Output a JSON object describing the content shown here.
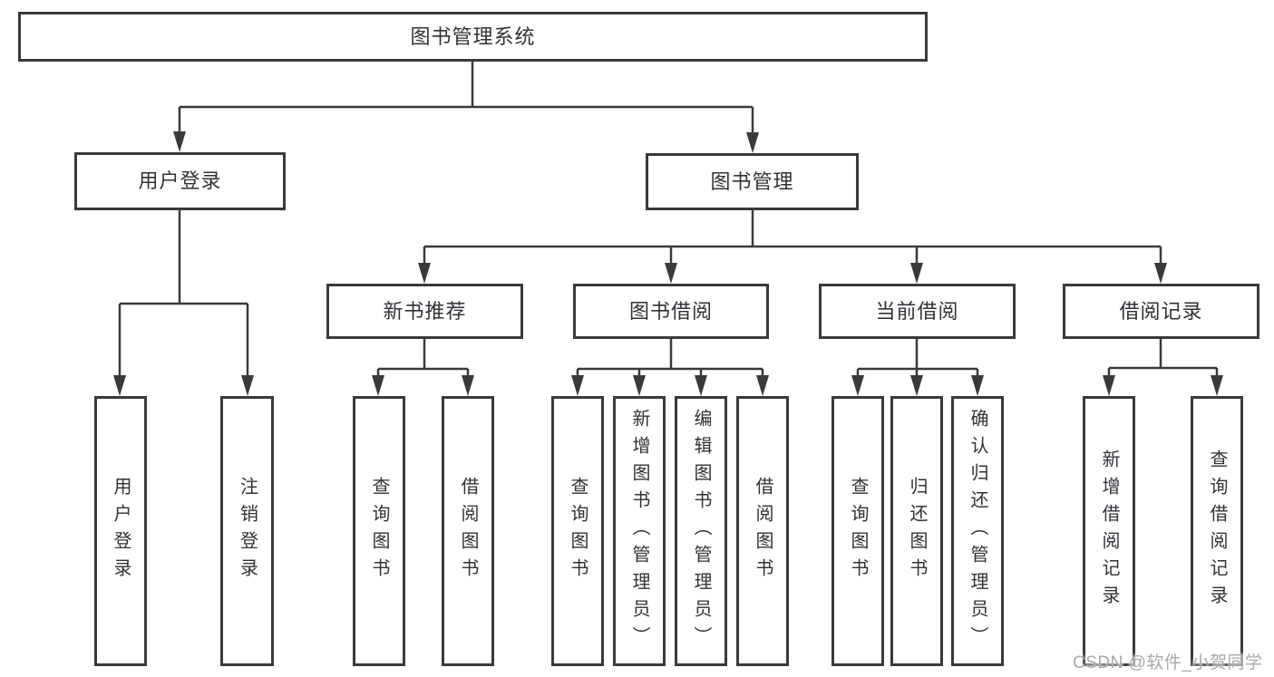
{
  "style": {
    "background": "#ffffff",
    "line_color": "#3a3a3a",
    "text_color": "#2f3237",
    "watermark_color": "#a8a8a8"
  },
  "tree": {
    "root": {
      "label": "图书管理系统"
    },
    "branches": [
      {
        "label": "用户登录",
        "children": [
          {
            "label": "用户登录"
          },
          {
            "label": "注销登录"
          }
        ]
      },
      {
        "label": "图书管理",
        "children": [
          {
            "label": "新书推荐",
            "children": [
              {
                "label": "查询图书"
              },
              {
                "label": "借阅图书"
              }
            ]
          },
          {
            "label": "图书借阅",
            "children": [
              {
                "label": "查询图书"
              },
              {
                "label": "新增图书（管理员）"
              },
              {
                "label": "编辑图书（管理员）"
              },
              {
                "label": "借阅图书"
              }
            ]
          },
          {
            "label": "当前借阅",
            "children": [
              {
                "label": "查询图书"
              },
              {
                "label": "归还图书"
              },
              {
                "label": "确认归还（管理员）"
              }
            ]
          },
          {
            "label": "借阅记录",
            "children": [
              {
                "label": "新增借阅记录"
              },
              {
                "label": "查询借阅记录"
              }
            ]
          }
        ]
      }
    ]
  },
  "watermark": {
    "text": "CSDN @软件_小贺同学"
  }
}
